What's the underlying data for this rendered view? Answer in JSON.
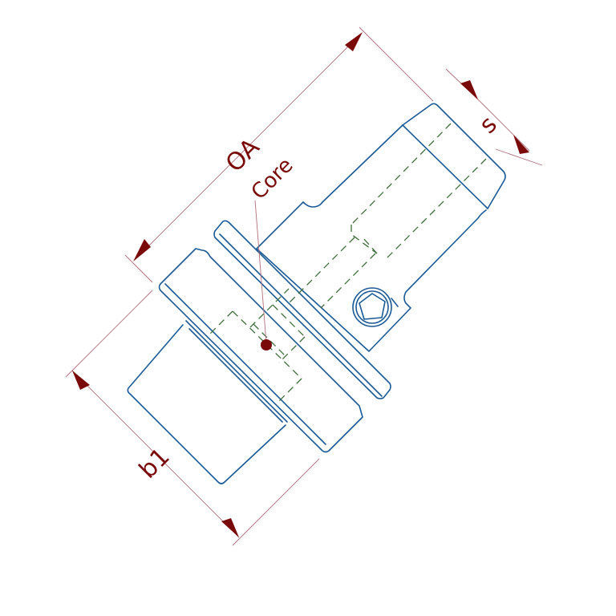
{
  "labels": {
    "overall_length": "OA",
    "core": "Core",
    "flat_width": "s",
    "body_diameter": "b1"
  },
  "colors": {
    "part_outline": "#1a5a96",
    "hidden_lines": "#3f6f3a",
    "dimension_text": "#7a0a0a",
    "extension_lines": "#b0707a",
    "background": "#ffffff"
  }
}
